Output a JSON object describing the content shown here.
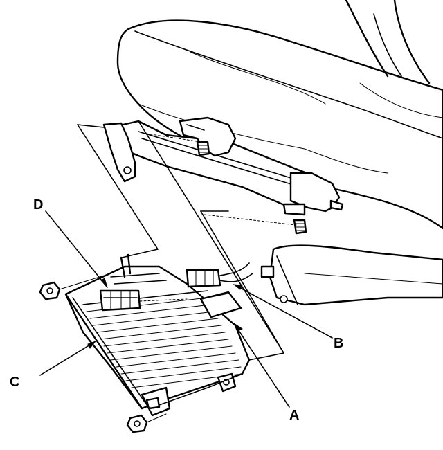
{
  "diagram": {
    "callouts": {
      "a": "A",
      "b": "B",
      "c": "C",
      "d": "D"
    }
  }
}
